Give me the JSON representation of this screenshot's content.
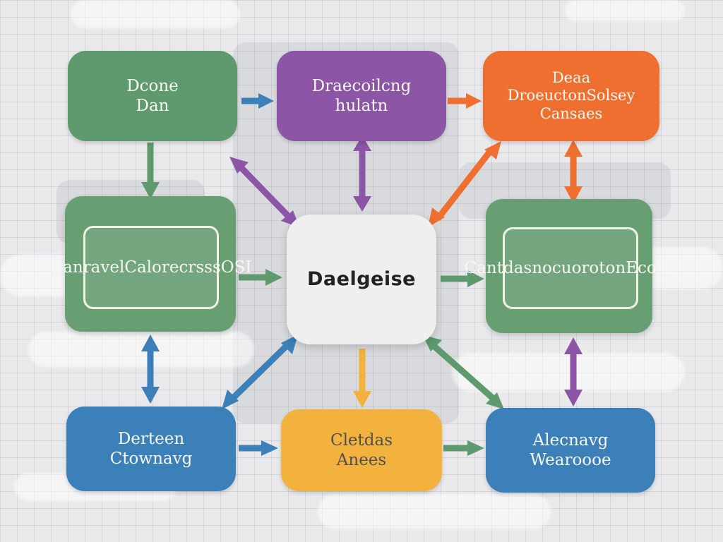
{
  "colors": {
    "green": "#5e9a6d",
    "purple": "#8d55a6",
    "orange": "#ee6f2f",
    "blue": "#3b80b8",
    "yellow": "#f2b23d",
    "center": "#efeff0"
  },
  "nodes": {
    "top_left": {
      "lines": [
        "Dcone",
        "Dan"
      ]
    },
    "top_middle": {
      "lines": [
        "Draecoilcng",
        "hulatn"
      ]
    },
    "top_right": {
      "lines": [
        "Deaa",
        "DroeuctonSolsey",
        "Cansaes"
      ]
    },
    "middle_left": {
      "lines": [
        "Canravel",
        "Calorecrsss",
        "OSI"
      ]
    },
    "center": {
      "lines": [
        "Daelgeise"
      ]
    },
    "middle_right": {
      "lines": [
        "Cantdas",
        "nocuoroton",
        "Econo"
      ]
    },
    "bottom_left": {
      "lines": [
        "Derteen",
        "Ctownavg"
      ]
    },
    "bottom_middle": {
      "lines": [
        "Cletdas",
        "Anees"
      ]
    },
    "bottom_right": {
      "lines": [
        "Alecnavg",
        "Wearoooe"
      ]
    }
  }
}
